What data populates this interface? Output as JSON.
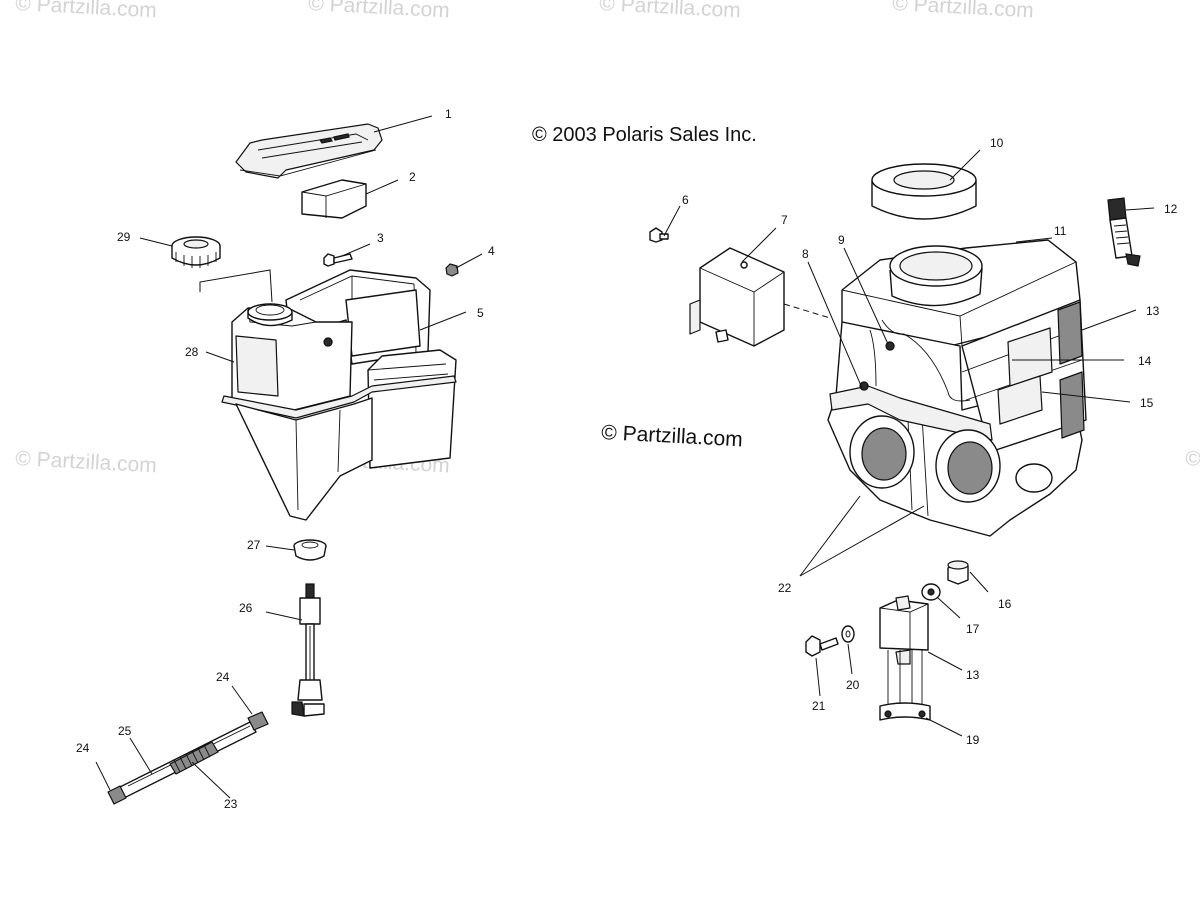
{
  "watermark": "© Partzilla.com",
  "copyright": "© 2003 Polaris Sales Inc.",
  "brand": "© Partzilla.com",
  "callouts": [
    {
      "id": "c1",
      "text": "1"
    },
    {
      "id": "c2",
      "text": "2"
    },
    {
      "id": "c3",
      "text": "3"
    },
    {
      "id": "c4",
      "text": "4"
    },
    {
      "id": "c5",
      "text": "5"
    },
    {
      "id": "c6",
      "text": "6"
    },
    {
      "id": "c7",
      "text": "7"
    },
    {
      "id": "c8",
      "text": "8"
    },
    {
      "id": "c9",
      "text": "9"
    },
    {
      "id": "c10",
      "text": "10"
    },
    {
      "id": "c11",
      "text": "11"
    },
    {
      "id": "c12",
      "text": "12"
    },
    {
      "id": "c13a",
      "text": "13"
    },
    {
      "id": "c13b",
      "text": "13"
    },
    {
      "id": "c14",
      "text": "14"
    },
    {
      "id": "c15",
      "text": "15"
    },
    {
      "id": "c16",
      "text": "16"
    },
    {
      "id": "c17",
      "text": "17"
    },
    {
      "id": "c19",
      "text": "19"
    },
    {
      "id": "c20",
      "text": "20"
    },
    {
      "id": "c21",
      "text": "21"
    },
    {
      "id": "c22",
      "text": "22"
    },
    {
      "id": "c23",
      "text": "23"
    },
    {
      "id": "c24a",
      "text": "24"
    },
    {
      "id": "c24b",
      "text": "24"
    },
    {
      "id": "c25",
      "text": "25"
    },
    {
      "id": "c26",
      "text": "26"
    },
    {
      "id": "c27",
      "text": "27"
    },
    {
      "id": "c28",
      "text": "28"
    },
    {
      "id": "c29",
      "text": "29"
    }
  ]
}
